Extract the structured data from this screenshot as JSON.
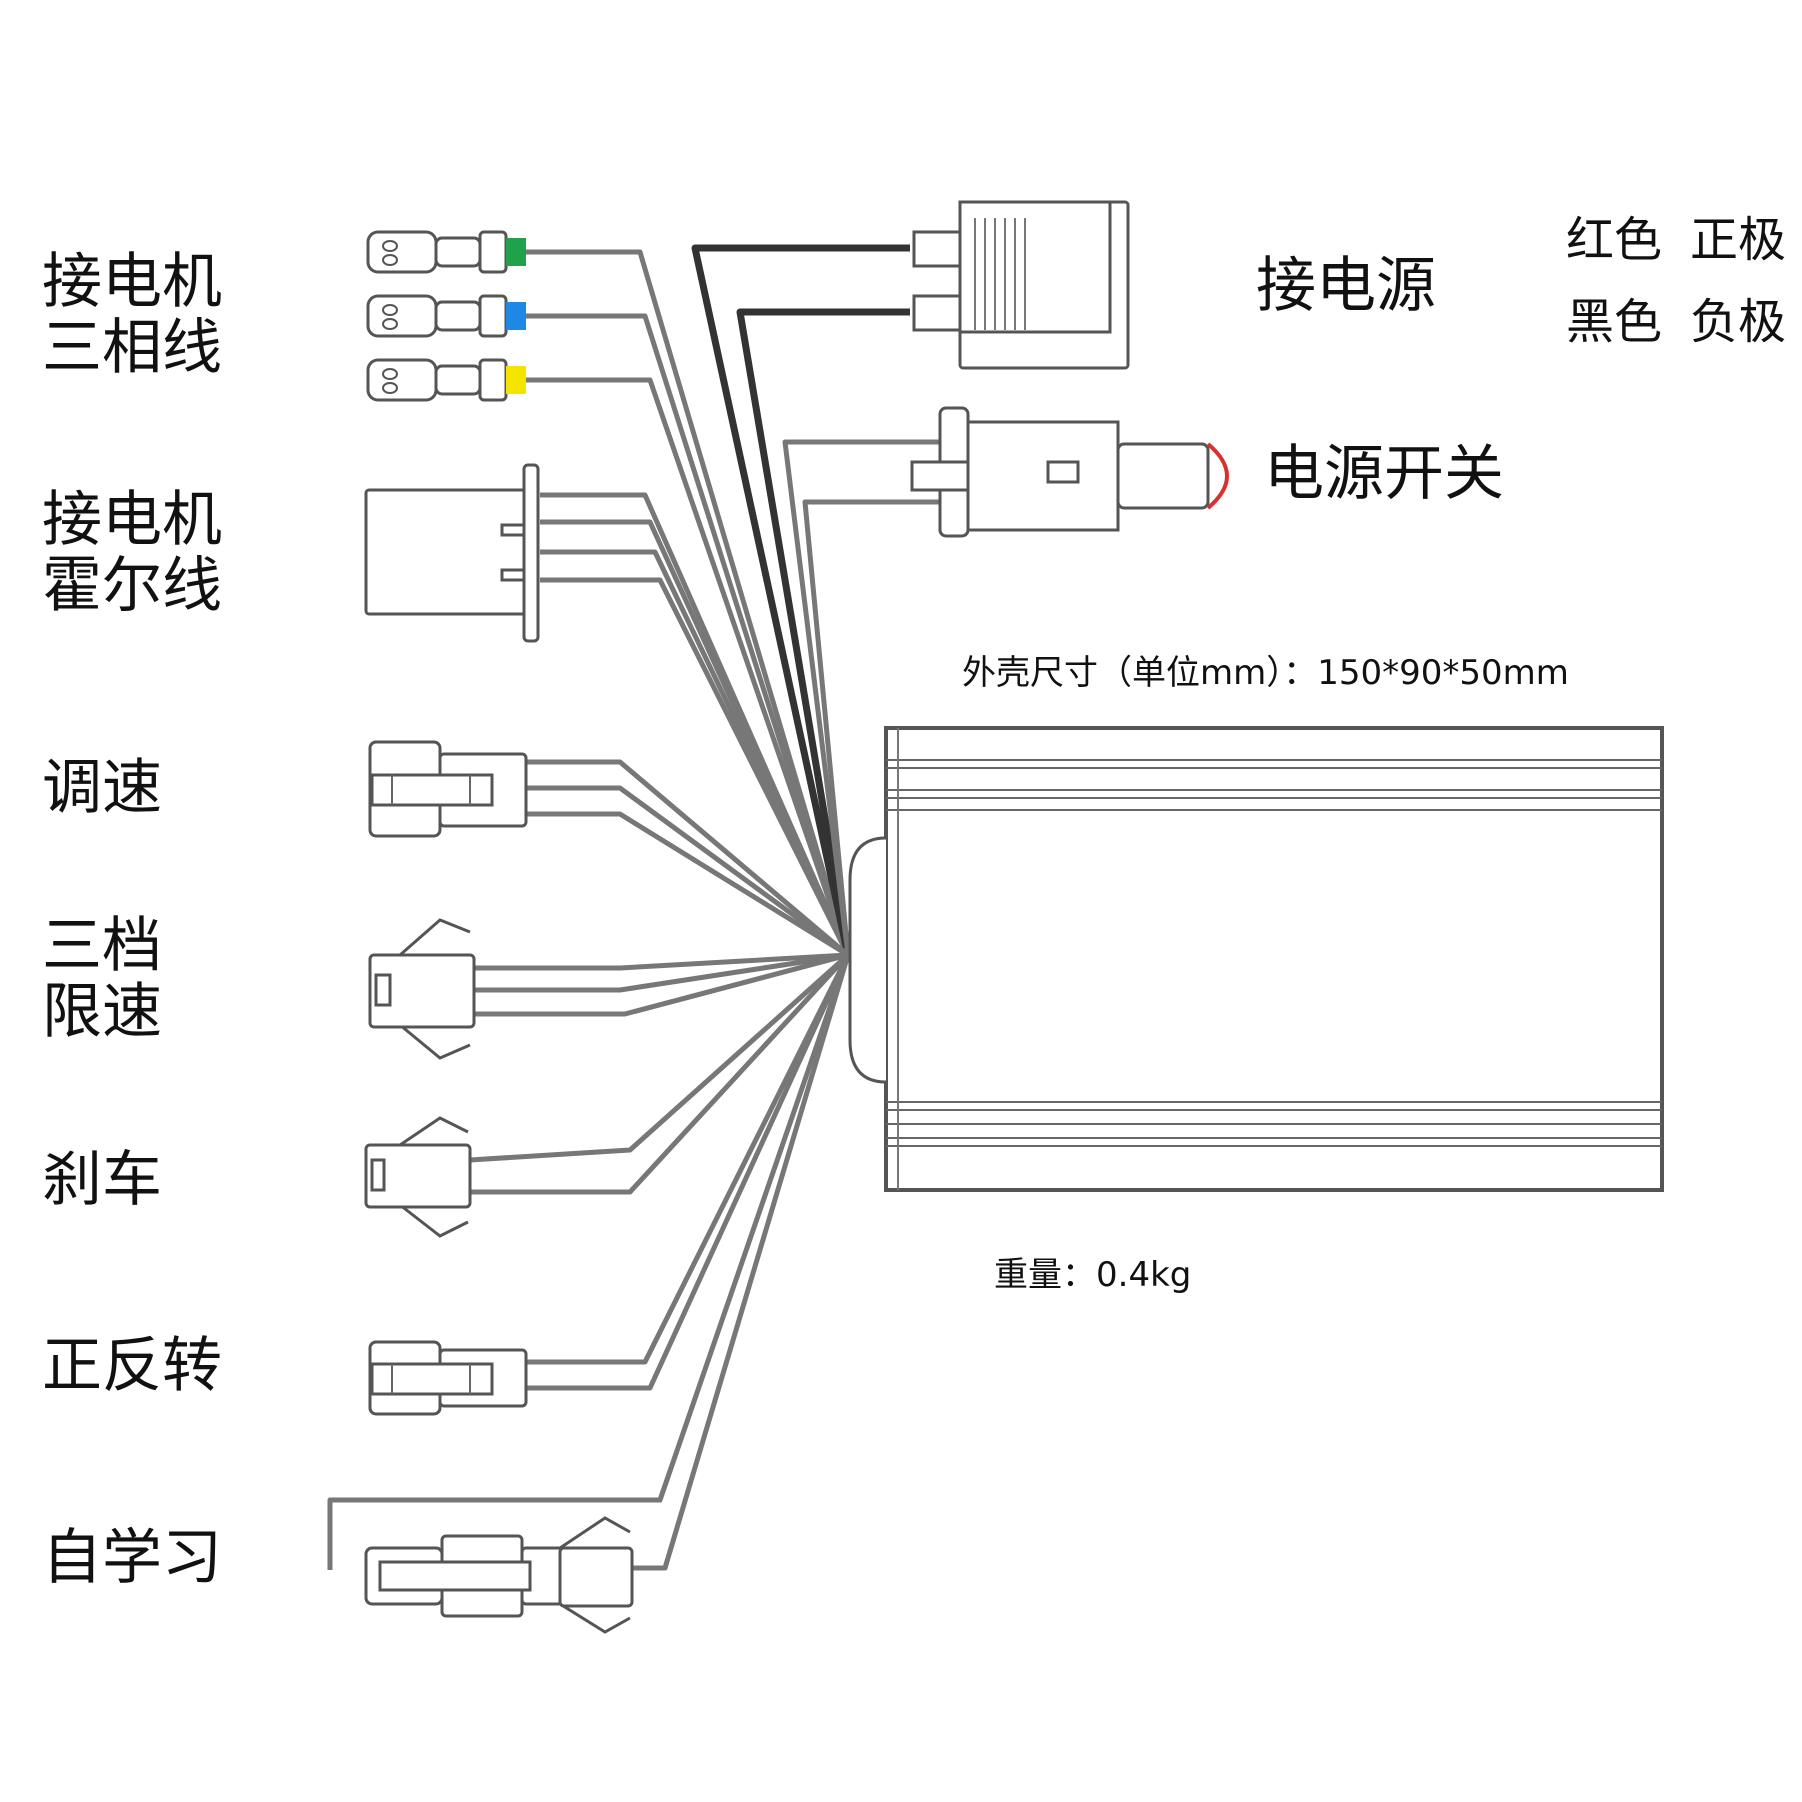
{
  "labels": {
    "motor_phase_1": "接电机",
    "motor_phase_2": "三相线",
    "motor_hall_1": "接电机",
    "motor_hall_2": "霍尔线",
    "throttle": "调速",
    "three_speed_1": "三档",
    "three_speed_2": "限速",
    "brake": "刹车",
    "reverse": "正反转",
    "self_learn": "自学习",
    "power_in": "接电源",
    "power_switch": "电源开关"
  },
  "legend": {
    "red_color": "红色",
    "red_meaning": "正极",
    "black_color": "黑色",
    "black_meaning": "负极"
  },
  "specs": {
    "size": "外壳尺寸（单位mm）：150*90*50mm",
    "weight": "重量：0.4kg"
  },
  "colors": {
    "phase_green": "#1fa24a",
    "phase_blue": "#1e88e5",
    "phase_yellow": "#f5e400",
    "switch_red": "#d93030",
    "wire_gray": "#777777",
    "wire_dark": "#333333"
  }
}
